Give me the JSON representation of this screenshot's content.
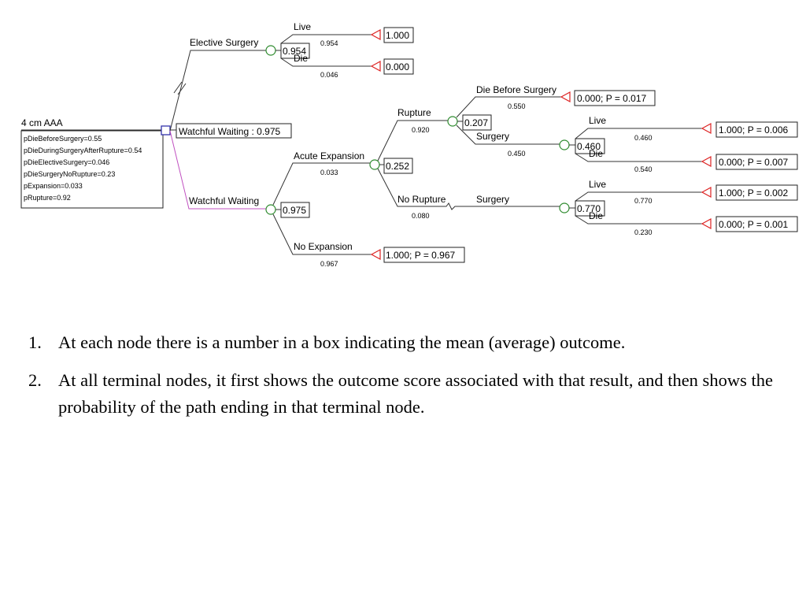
{
  "root": {
    "title": "4 cm AAA",
    "variables": [
      "pDieBeforeSurgery=0.55",
      "pDieDuringSurgeryAfterRupture=0.54",
      "pDieElectiveSurgery=0.046",
      "pDieSurgeryNoRupture=0.23",
      "pExpansion=0.033",
      "pRupture=0.92"
    ],
    "decision_value": "Watchful Waiting : 0.975"
  },
  "branches": {
    "elective_label": "Elective Surgery",
    "elective_value": "0.954",
    "elective_live_label": "Live",
    "elective_live_prob": "0.954",
    "elective_live_value": "1.000",
    "elective_die_label": "Die",
    "elective_die_prob": "0.046",
    "elective_die_value": "0.000",
    "ww_label": "Watchful Waiting",
    "ww_value": "0.975",
    "acute_label": "Acute Expansion",
    "acute_prob": "0.033",
    "acute_value": "0.252",
    "noexp_label": "No Expansion",
    "noexp_prob": "0.967",
    "noexp_value": "1.000; P = 0.967",
    "rupture_label": "Rupture",
    "rupture_prob": "0.920",
    "rupture_value": "0.207",
    "dbs_label": "Die Before Surgery",
    "dbs_prob": "0.550",
    "dbs_value": "0.000; P = 0.017",
    "surg1_label": "Surgery",
    "surg1_prob": "0.450",
    "surg1_value": "0.460",
    "surg1_live_label": "Live",
    "surg1_live_prob": "0.460",
    "surg1_live_value": "1.000; P = 0.006",
    "surg1_die_label": "Die",
    "surg1_die_prob": "0.540",
    "surg1_die_value": "0.000; P = 0.007",
    "norupture_label": "No Rupture",
    "norupture_prob": "0.080",
    "surg2_label": "Surgery",
    "surg2_value": "0.770",
    "surg2_live_label": "Live",
    "surg2_live_prob": "0.770",
    "surg2_live_value": "1.000; P = 0.002",
    "surg2_die_label": "Die",
    "surg2_die_prob": "0.230",
    "surg2_die_value": "0.000; P = 0.001"
  },
  "notes": [
    {
      "num": "1.",
      "text": "At each node there is a number in a box indicating the mean (average) outcome."
    },
    {
      "num": "2.",
      "text": "At all terminal nodes, it first shows the outcome score associated with that result, and then shows the probability of the path ending in that terminal node."
    }
  ]
}
